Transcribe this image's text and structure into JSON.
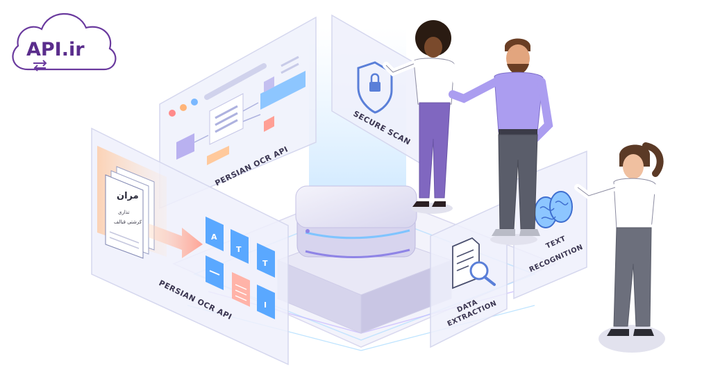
{
  "brand": {
    "logo_text": "API.ir",
    "logo_color": "#6a3a9e"
  },
  "panels": {
    "top_left_label": "PERSIAN OCR API",
    "bottom_left_label": "PERSIAN OCR API",
    "secure_label": "SECURE SCAN",
    "data_label_line1": "DATA",
    "data_label_line2": "EXTRACTION",
    "text_label_line1": "TEXT",
    "text_label_line2": "RECOGNITION"
  },
  "document": {
    "title": "مران",
    "line1": "تذاری",
    "line2": "کرشتی قبالف"
  },
  "colors": {
    "accent_blue": "#5aa8ff",
    "accent_purple": "#8f84e6",
    "panel_tint": "#eef0fb",
    "glow": "#7fc4ff"
  }
}
